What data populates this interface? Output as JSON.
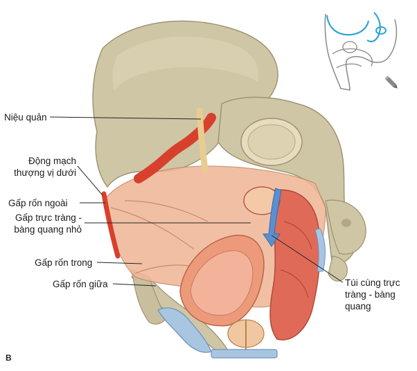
{
  "figure": {
    "panel_letter": "B",
    "labels": {
      "nieu_quan": "Niệu quản",
      "dong_mach": "Động mạch thượng vị dưới",
      "gap_ron_ngoai": "Gấp rốn ngoài",
      "gap_truc_trang": "Gấp trực tràng - bàng quang nhỏ",
      "gap_ron_trong": "Gấp rốn trong",
      "gap_ron_giua": "Gấp rốn giữa",
      "tui_cung": "Túi cùng trực tràng - bàng quang"
    },
    "colors": {
      "bone": "#cfc6a6",
      "bone_shadow": "#9e9474",
      "peritoneum": "#f0b898",
      "rectum": "#e06a58",
      "artery": "#d8402e",
      "ureter": "#f0d8a0",
      "cartilage": "#a8c6e2",
      "arrow": "#5a8fd0",
      "orientation": "#2fa3d6"
    },
    "icons": [
      "pencil-icon"
    ]
  }
}
